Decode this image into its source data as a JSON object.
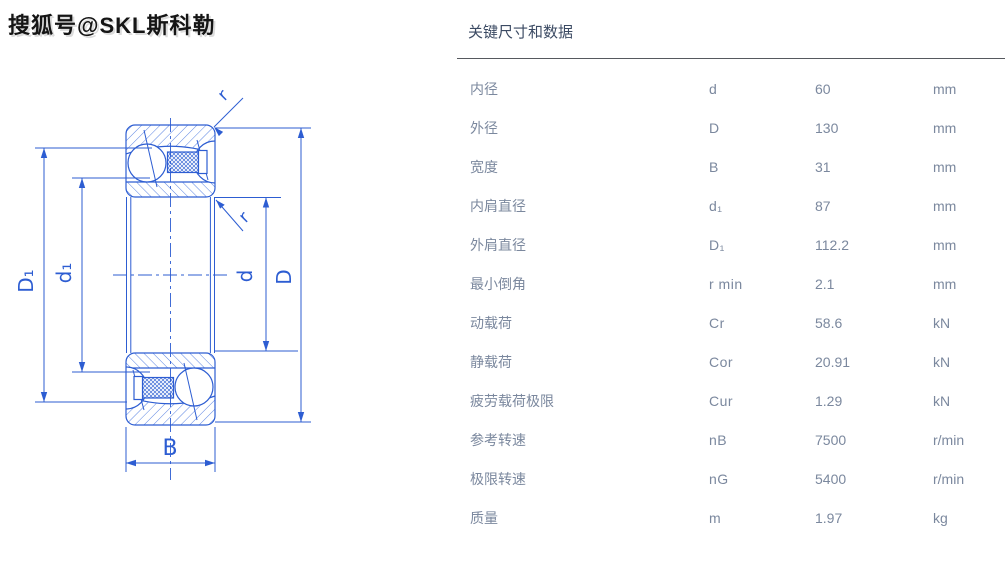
{
  "watermark": {
    "text": "搜狐号@SKL斯科勒"
  },
  "drawing": {
    "line_color": "#2d5dd2",
    "hatch_color": "#5b84e2",
    "labels": {
      "outer_shoulder": "D₁",
      "inner_shoulder": "d₁",
      "bore": "d",
      "outer": "D",
      "width": "B",
      "radius_top": "r",
      "radius_bottom": "r"
    }
  },
  "panel": {
    "title": "关键尺寸和数据",
    "rows": [
      {
        "label": "内径",
        "symbol": "d",
        "value": "60",
        "unit": "mm"
      },
      {
        "label": "外径",
        "symbol": "D",
        "value": "130",
        "unit": "mm"
      },
      {
        "label": "宽度",
        "symbol": "B",
        "value": "31",
        "unit": "mm"
      },
      {
        "label": "内肩直径",
        "symbol": "d₁",
        "value": "87",
        "unit": "mm"
      },
      {
        "label": "外肩直径",
        "symbol": "D₁",
        "value": "112.2",
        "unit": "mm"
      },
      {
        "label": "最小倒角",
        "symbol": "r min",
        "value": "2.1",
        "unit": "mm"
      },
      {
        "label": "动载荷",
        "symbol": "Cr",
        "value": "58.6",
        "unit": "kN"
      },
      {
        "label": "静载荷",
        "symbol": "Cor",
        "value": "20.91",
        "unit": "kN"
      },
      {
        "label": "疲劳载荷极限",
        "symbol": "Cur",
        "value": "1.29",
        "unit": "kN"
      },
      {
        "label": "参考转速",
        "symbol": "nB",
        "value": "7500",
        "unit": "r/min"
      },
      {
        "label": "极限转速",
        "symbol": "nG",
        "value": "5400",
        "unit": "r/min"
      },
      {
        "label": "质量",
        "symbol": "m",
        "value": "1.97",
        "unit": "kg"
      }
    ]
  }
}
